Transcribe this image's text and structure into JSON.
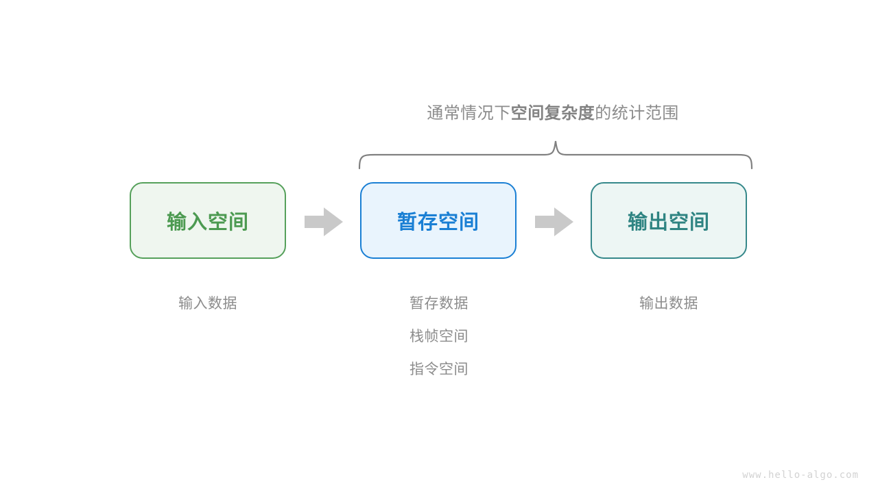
{
  "diagram": {
    "scope_title": {
      "lead": "通常情况下",
      "strong": "空间复杂度",
      "tail": "的统计范围"
    },
    "brace": {
      "name": "curly-brace",
      "spans_boxes": [
        "暂存空间",
        "输出空间"
      ],
      "color": "#808080"
    },
    "boxes": [
      {
        "id": "input-space",
        "label": "输入空间",
        "border_color": "#55a05a",
        "fill_color": "#eff6ef",
        "text_color": "#4c9a51"
      },
      {
        "id": "temp-space",
        "label": "暂存空间",
        "border_color": "#1a7fd4",
        "fill_color": "#e9f4fd",
        "text_color": "#1a7fd4"
      },
      {
        "id": "output-space",
        "label": "输出空间",
        "border_color": "#35888a",
        "fill_color": "#edf6f4",
        "text_color": "#2f8482"
      }
    ],
    "arrows": [
      {
        "id": "arrow-input-to-temp",
        "direction": "right",
        "color": "#c9c9c9"
      },
      {
        "id": "arrow-temp-to-output",
        "direction": "right",
        "color": "#c9c9c9"
      }
    ],
    "captions": [
      {
        "id": "input-captions",
        "lines": [
          "输入数据"
        ]
      },
      {
        "id": "temp-captions",
        "lines": [
          "暂存数据",
          "栈帧空间",
          "指令空间"
        ]
      },
      {
        "id": "output-captions",
        "lines": [
          "输出数据"
        ]
      }
    ],
    "caption_color": "#8c8c8c",
    "watermark": "www.hello-algo.com"
  }
}
